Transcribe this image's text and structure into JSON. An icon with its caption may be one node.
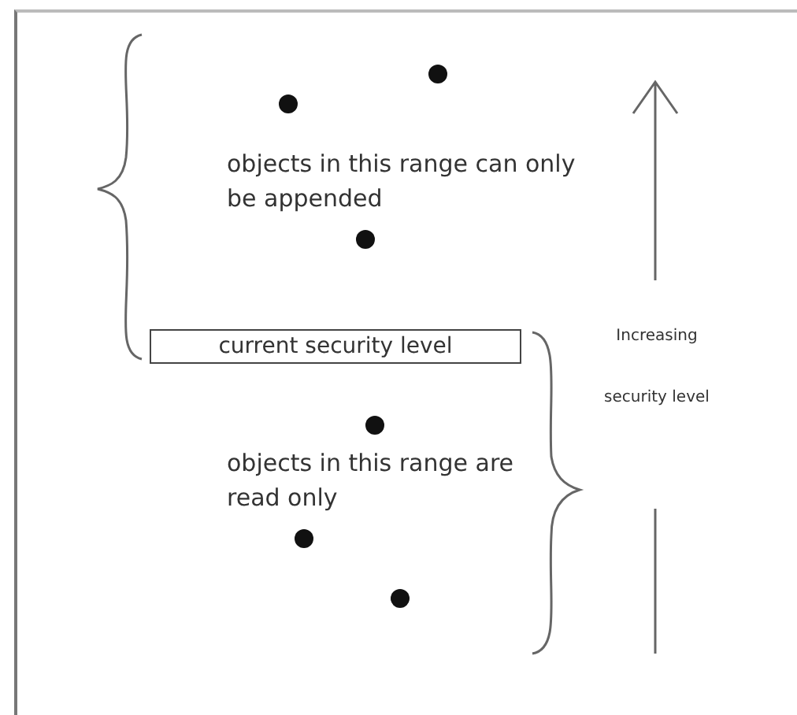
{
  "diagram": {
    "nodes": [
      {
        "text": [
          "current security level"
        ]
      }
    ],
    "labels": [
      "objects in this range can only be appended",
      "objects in this range are read only",
      "Increasing security level"
    ]
  }
}
